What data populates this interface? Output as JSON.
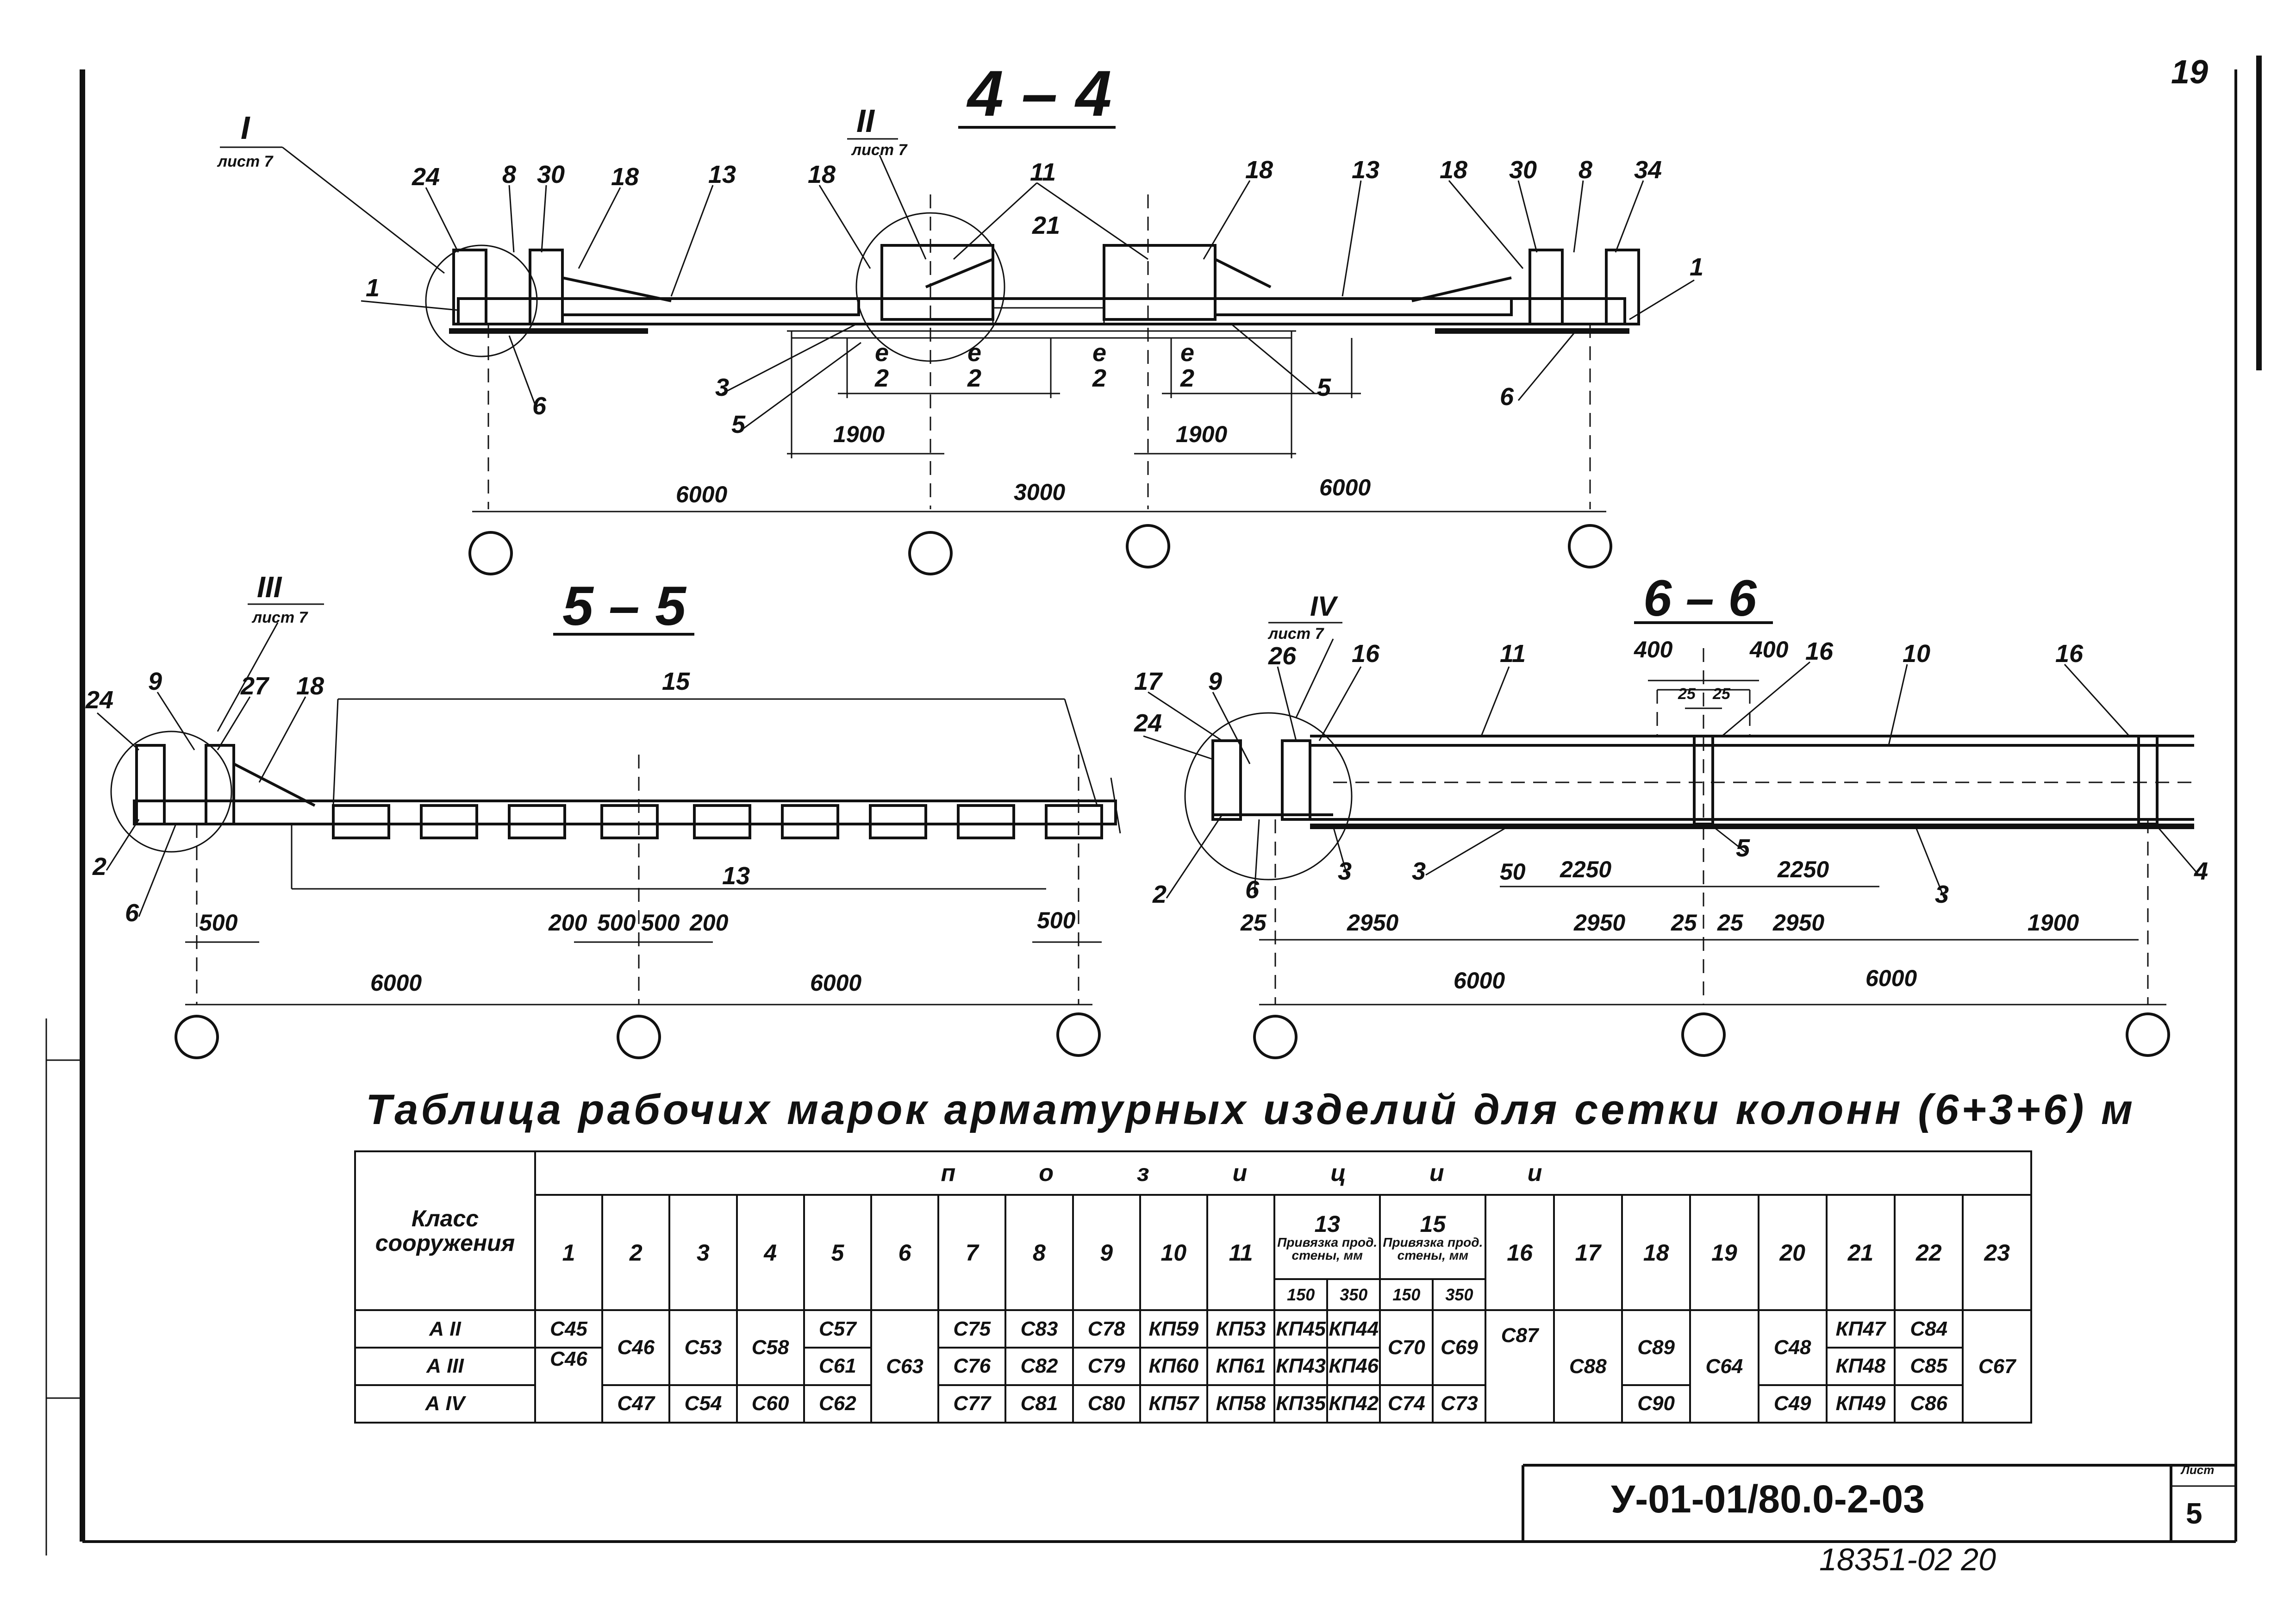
{
  "page_number": "19",
  "sections": {
    "s44": {
      "title": "4 – 4",
      "node_I": "I",
      "node_I_sheet": "лист 7",
      "node_II": "II",
      "node_II_sheet": "лист 7",
      "callouts": [
        "24",
        "8",
        "30",
        "18",
        "13",
        "18",
        "11",
        "21",
        "18",
        "13",
        "18",
        "30",
        "8",
        "34",
        "1",
        "1",
        "3",
        "5",
        "5",
        "6",
        "6"
      ],
      "e_over_2": [
        "e",
        "2"
      ],
      "dims": [
        "1900",
        "1900",
        "6000",
        "3000",
        "6000"
      ]
    },
    "s55": {
      "title": "5 – 5",
      "node_III": "III",
      "node_III_sheet": "лист 7",
      "callouts": [
        "24",
        "9",
        "27",
        "18",
        "15",
        "2",
        "6",
        "13"
      ],
      "dims": [
        "500",
        "200",
        "500",
        "500",
        "200",
        "500",
        "6000",
        "6000"
      ]
    },
    "s66": {
      "title": "6 – 6",
      "node_IV": "IV",
      "node_IV_sheet": "лист 7",
      "callouts": [
        "17",
        "9",
        "26",
        "16",
        "11",
        "16",
        "10",
        "16",
        "24",
        "2",
        "6",
        "3",
        "3",
        "5",
        "3",
        "4"
      ],
      "dims": [
        "400",
        "400",
        "25",
        "25",
        "50",
        "2250",
        "2250",
        "25",
        "2950",
        "2950",
        "25",
        "25",
        "2950",
        "1900",
        "6000",
        "6000"
      ]
    }
  },
  "table": {
    "title": "Таблица рабочих марок арматурных изделий для сетки колонн (6+3+6) м",
    "class_header": "Класс сооружения",
    "positions_header": "позиции",
    "col_labels": [
      "1",
      "2",
      "3",
      "4",
      "5",
      "6",
      "7",
      "8",
      "9",
      "10",
      "11",
      "16",
      "17",
      "18",
      "19",
      "20",
      "21",
      "22",
      "23"
    ],
    "group13": {
      "label": "13",
      "sub": "Привязка прод. стены, мм",
      "a": "150",
      "b": "350"
    },
    "group15": {
      "label": "15",
      "sub": "Привязка прод. стены, мм",
      "a": "150",
      "b": "350"
    },
    "classes": [
      "А II",
      "А III",
      "А IV"
    ],
    "cells": {
      "c1": [
        "С45",
        "С46",
        ""
      ],
      "c2": [
        "С46",
        "С47"
      ],
      "c3": [
        "С53",
        "С54"
      ],
      "c4": [
        "С58",
        "С60"
      ],
      "c5": [
        "С57",
        "С61",
        "С62"
      ],
      "c6": [
        "С63"
      ],
      "c7": [
        "С75",
        "С76",
        "С77"
      ],
      "c8": [
        "С83",
        "С82",
        "С81"
      ],
      "c9": [
        "С78",
        "С79",
        "С80"
      ],
      "c10": [
        "КП59",
        "КП60",
        "КП57"
      ],
      "c11": [
        "КП53",
        "КП61",
        "КП58"
      ],
      "c13a": [
        "КП45",
        "КП43",
        "КП35"
      ],
      "c13b": [
        "КП44",
        "КП46",
        "КП42"
      ],
      "c15a": [
        "С70",
        "С74"
      ],
      "c15b": [
        "С69",
        "С73"
      ],
      "c16": [
        "С87"
      ],
      "c17": [
        "С88"
      ],
      "c18": [
        "С89",
        "С90"
      ],
      "c19": [
        "С64"
      ],
      "c20": [
        "С48",
        "С49"
      ],
      "c21": [
        "КП47",
        "КП48",
        "КП49"
      ],
      "c22": [
        "С84",
        "С85",
        "С86"
      ],
      "c23": [
        "С67"
      ]
    }
  },
  "stamp": {
    "doc_number": "У-01-01/80.0-2-03",
    "sheet_label": "Лист",
    "sheet_number": "5",
    "archive_number": "18351-02  20"
  }
}
